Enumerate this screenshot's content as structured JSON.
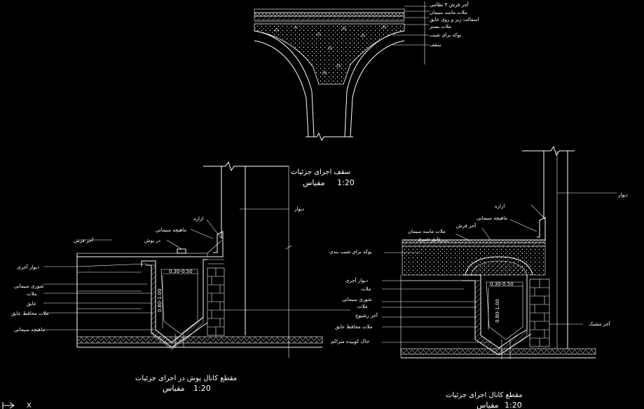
{
  "colors": {
    "background": "#000000",
    "line": "#ffffff"
  },
  "top_section": {
    "labels": [
      "آجر فرش ۳ نظامی",
      "ملات ماسه سیمان",
      "اسفالت زیر و روی عایق",
      "ملات بستر",
      "پوکه برای شیب",
      "سقف"
    ]
  },
  "middle_title": {
    "title": "سقف اجرای جزئیات",
    "scale_word": "مقیاس",
    "scale": "1:20"
  },
  "left_detail": {
    "top_labels": [
      "ازاره",
      "ماهیچه سیمانی",
      "در پوش"
    ],
    "wall_label": "دیوار",
    "floor_label": "آجر فرش",
    "side_labels": [
      "دیوار آجری",
      "شوری سیمانی",
      "ملات",
      "عایق",
      "ملات محافظ عایق",
      "ماهیچه سیمانی"
    ],
    "dim_width": "0.30-0.50",
    "dim_depth": "0.80-1.00",
    "title": "مقطع کانال پوش در اجرای جزئیات",
    "scale_word": "مقیاس",
    "scale": "1:20"
  },
  "right_detail": {
    "top_labels": [
      "ازاره",
      "ماهیچه سیمانی",
      "آجر فرش",
      "ملات ماسه سیمان",
      "عایق شیری"
    ],
    "fill_label": "پوکه برای شیب بندی",
    "wall_label": "دیوار",
    "side_labels": [
      "دیوار آجری",
      "ملات",
      "شوری سیمانی",
      "ملات",
      "آجر رشپوچ",
      "ملات محافظ عایق",
      "خاک کوبیده متراکم"
    ],
    "brick_label": "آجر مشبک",
    "dim_width": "0.30-0.50",
    "dim_depth": "0.80-1.00",
    "title": "مقطع کانال اجرای جزئیات",
    "scale_word": "مقیاس",
    "scale": "1:20"
  },
  "ucs": {
    "axis_x": "X"
  }
}
